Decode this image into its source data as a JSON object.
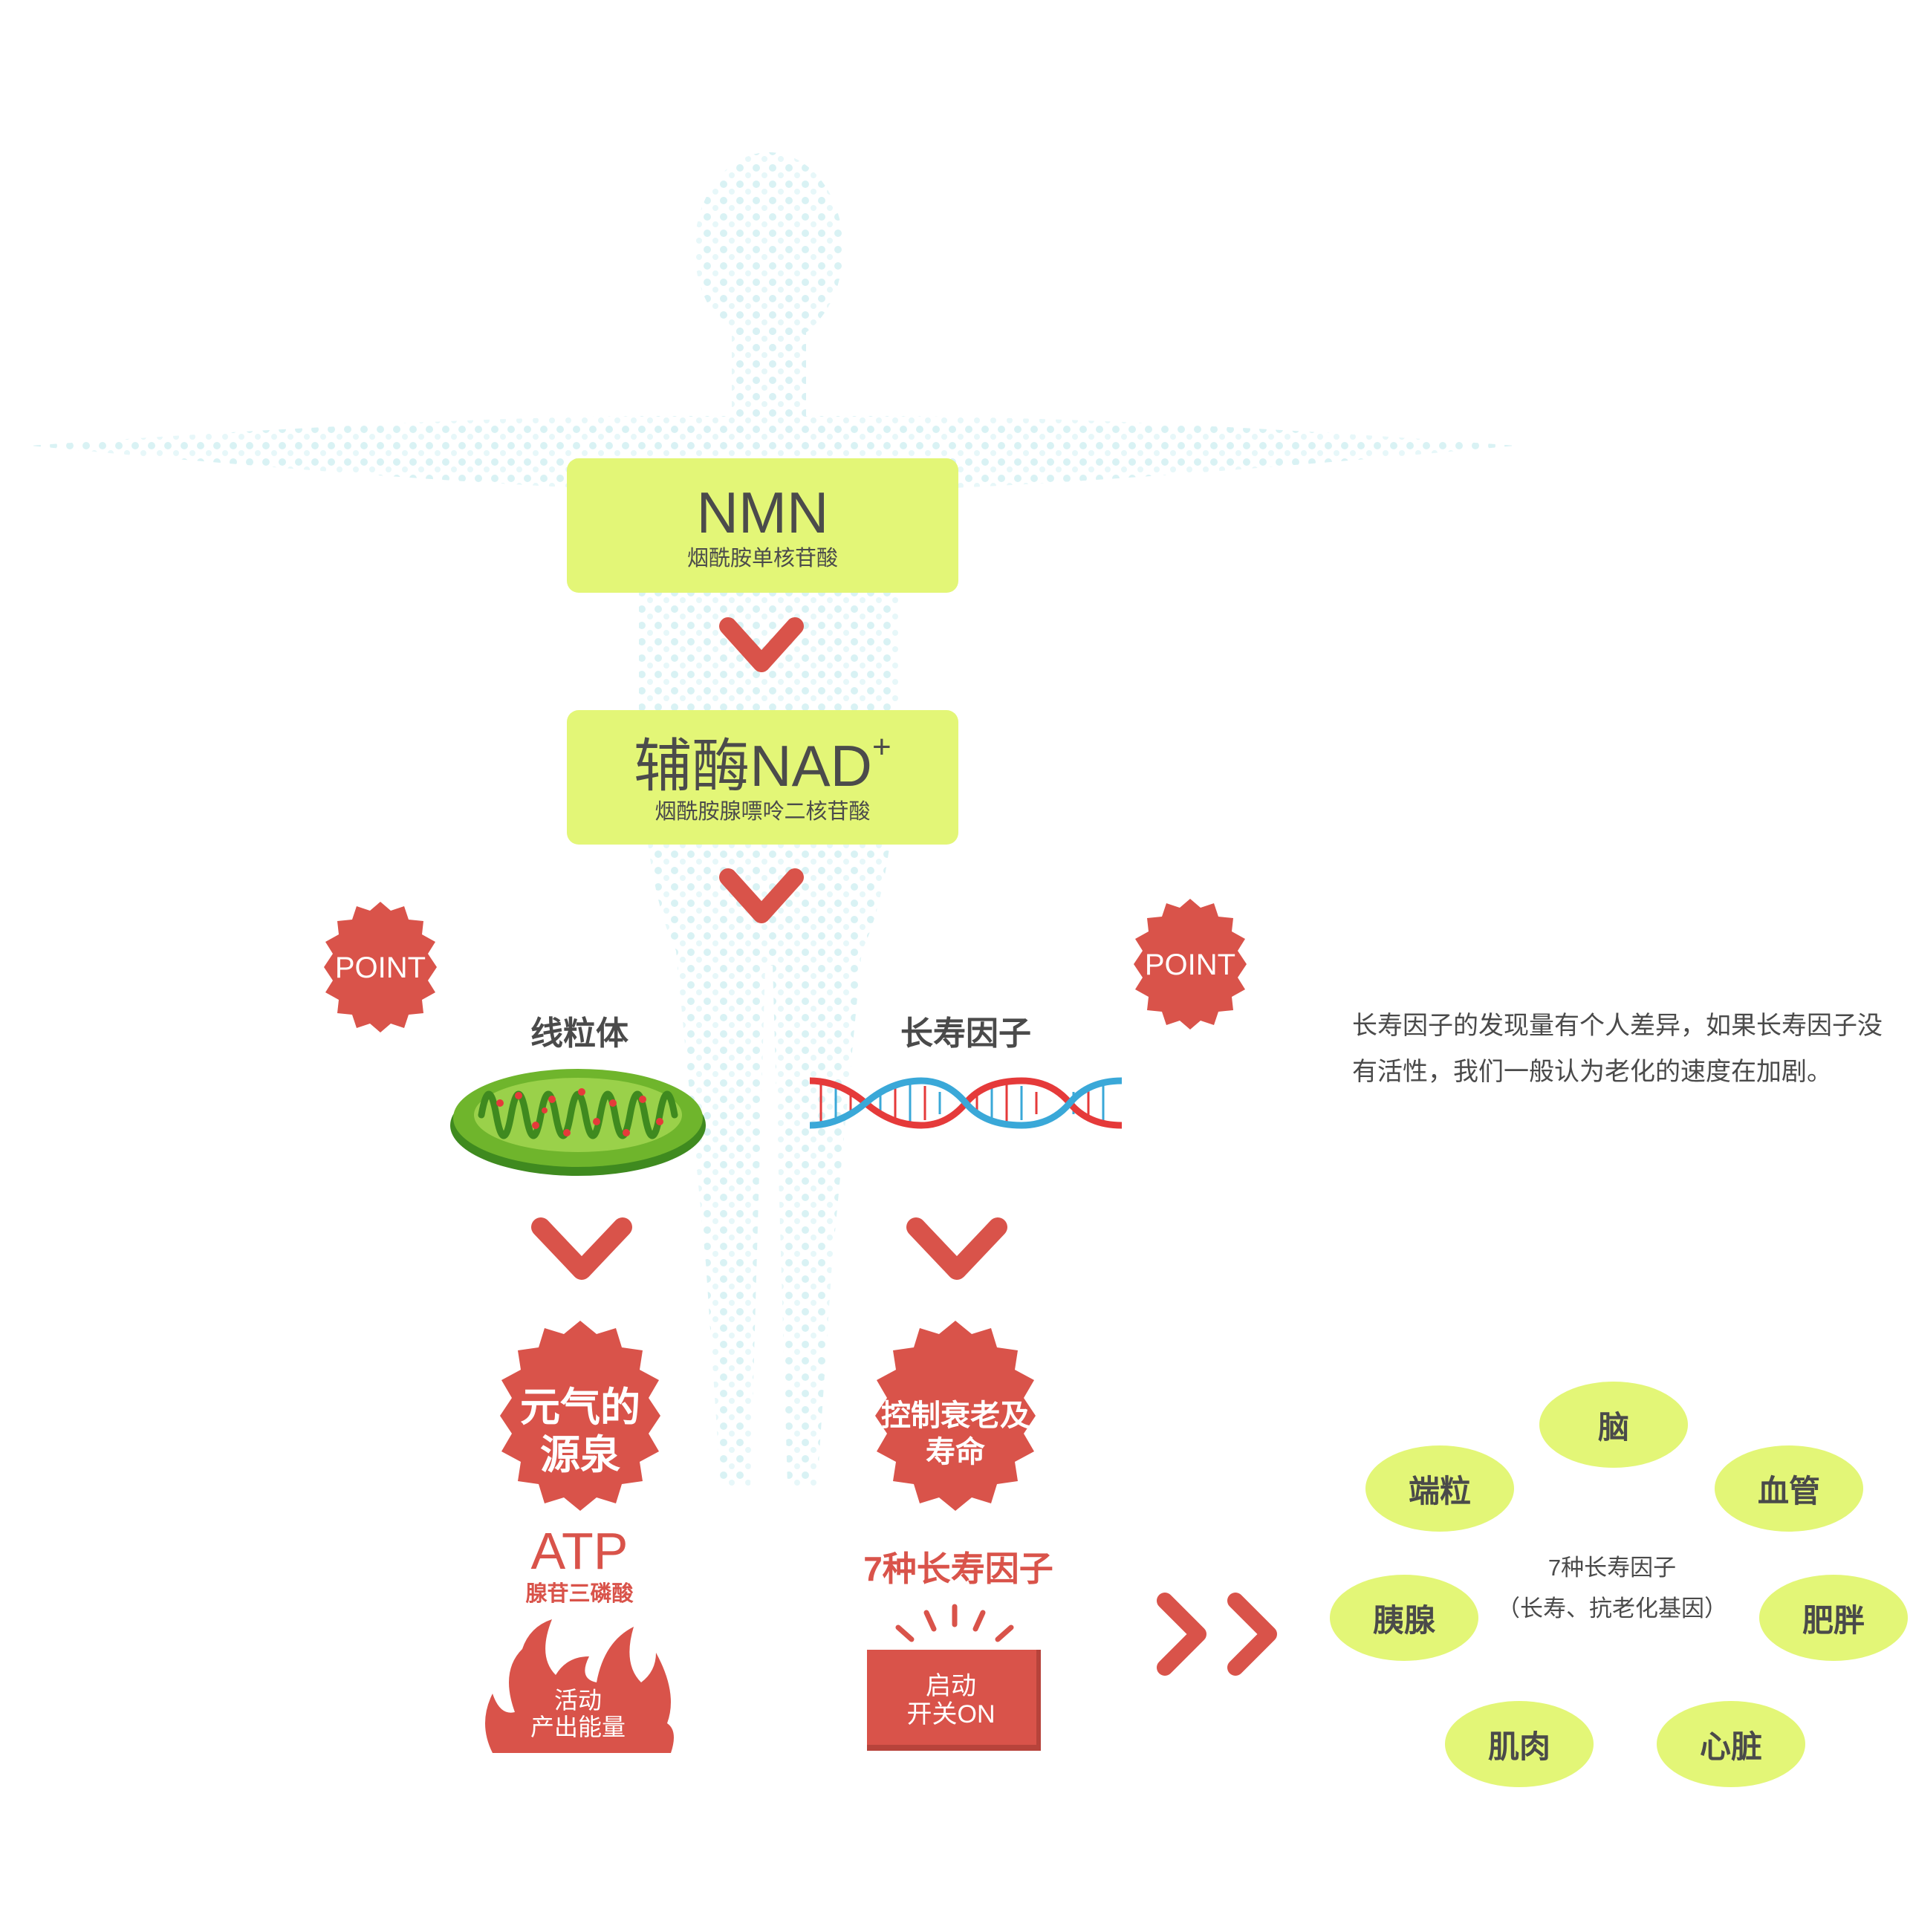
{
  "colors": {
    "green_box": "#e3f677",
    "red": "#d9534a",
    "text": "#4a4a4a",
    "dna_red": "#e53a3a",
    "dna_blue": "#3aa8d8",
    "bg_dots": "#d8f1f4"
  },
  "nmn": {
    "title": "NMN",
    "subtitle": "烟酰胺单核苷酸"
  },
  "nad": {
    "title": "辅酶NAD",
    "superscript": "+",
    "subtitle": "烟酰胺腺嘌呤二核苷酸"
  },
  "left": {
    "point": "POINT",
    "heading": "线粒体",
    "badge_line1": "元气的",
    "badge_line2": "源泉",
    "atp": "ATP",
    "atp_sub": "腺苷三磷酸",
    "flame_line1": "活动",
    "flame_line2": "产出能量"
  },
  "right": {
    "point": "POINT",
    "heading": "长寿因子",
    "badge_line1": "控制衰老及",
    "badge_line2": "寿命",
    "factor_title": "7种长寿因子",
    "switch_line1": "启动",
    "switch_line2": "开关ON"
  },
  "note": "长寿因子的发现量有个人差异，如果长寿因子没有活性，我们一般认为老化的速度在加剧。",
  "cluster": {
    "center_line1": "7种长寿因子",
    "center_line2": "（长寿、抗老化基因）",
    "organs": [
      "脑",
      "端粒",
      "血管",
      "胰腺",
      "肥胖",
      "肌肉",
      "心脏"
    ]
  },
  "icons": [
    "body-silhouette-icon",
    "chevron-down-icon",
    "mitochondria-icon",
    "dna-icon",
    "flame-icon",
    "switch-icon",
    "double-chevron-right-icon"
  ]
}
